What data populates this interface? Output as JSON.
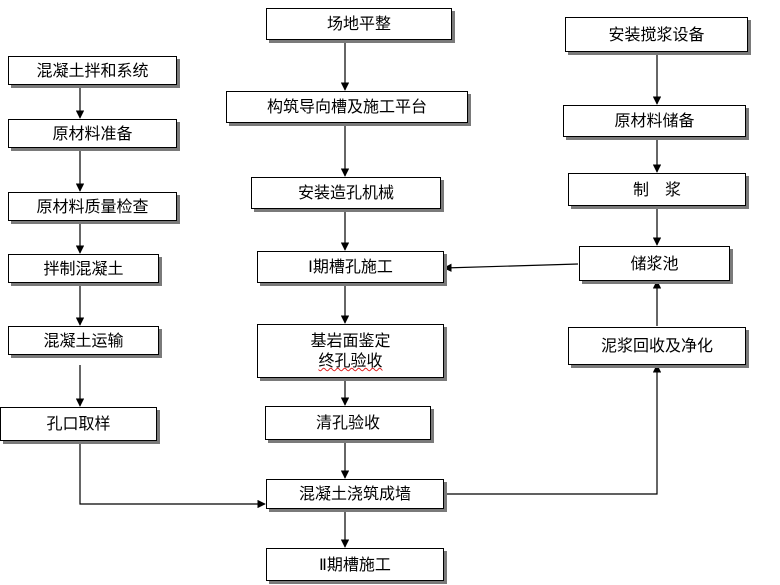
{
  "left_column": {
    "mix_system": "混凝土拌和系统",
    "raw_material_prep": "原材料准备",
    "quality_check": "原材料质量检查",
    "mix_concrete": "拌制混凝土",
    "transport": "混凝土运输",
    "orifice_sampling": "孔口取样"
  },
  "center_column": {
    "site_leveling": "场地平整",
    "guide_trench_platform": "构筑导向槽及施工平台",
    "install_drilling_machine": "安装造孔机械",
    "phase1_hole": "Ⅰ期槽孔施工",
    "bedrock_identification_line1": "基岩面鉴定",
    "bedrock_identification_line2": "终孔验收",
    "hole_cleaning": "清孔验收",
    "pour_wall": "混凝土浇筑成墙",
    "phase2": "Ⅱ期槽施工"
  },
  "right_column": {
    "install_mixing_equipment": "安装搅浆设备",
    "raw_material_storage": "原材料储备",
    "make_slurry": "制　浆",
    "slurry_pool": "储浆池",
    "slurry_recovery": "泥浆回收及净化"
  }
}
